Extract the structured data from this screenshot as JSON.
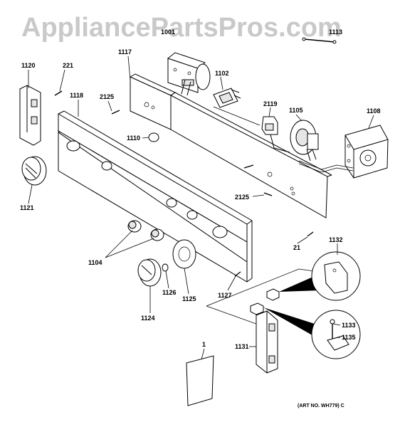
{
  "watermark": "AppliancePartsPros.com",
  "art_no": "(ART NO. WH779) C",
  "labels": {
    "p1": "1",
    "p21": "21",
    "p221": "221",
    "p1001": "1001",
    "p1102": "1102",
    "p1104": "1104",
    "p1105": "1105",
    "p1108": "1108",
    "p1110": "1110",
    "p1113": "1113",
    "p1117": "1117",
    "p1118": "1118",
    "p1120": "1120",
    "p1121": "1121",
    "p1124": "1124",
    "p1125": "1125",
    "p1126": "1126",
    "p1127": "1127",
    "p1131": "1131",
    "p1132": "1132",
    "p1133": "1133",
    "p1135": "1135",
    "p2119": "2119",
    "p2125a": "2125",
    "p2125b": "2125"
  }
}
